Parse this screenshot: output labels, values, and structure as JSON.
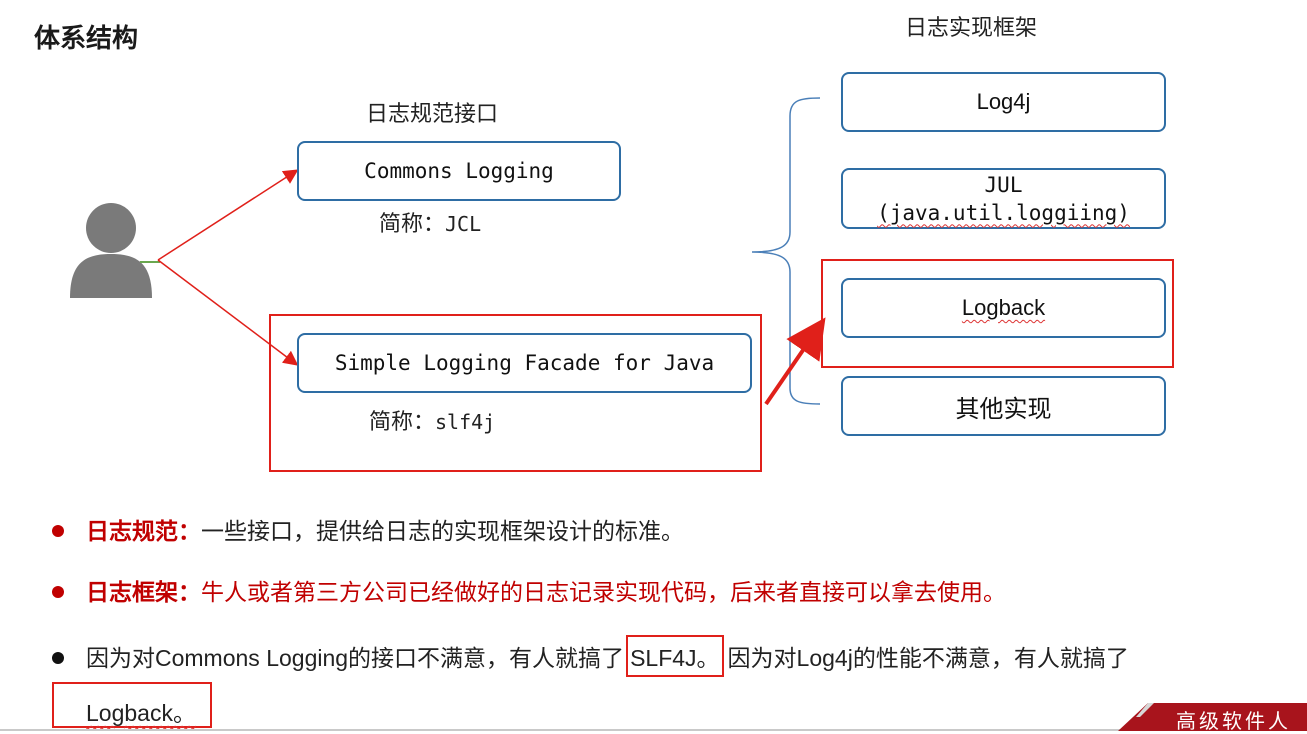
{
  "title": "体系结构",
  "facade_heading": "日志规范接口",
  "impl_heading": "日志实现框架",
  "facades": [
    {
      "label": "Commons Logging",
      "abbr_prefix": "简称：",
      "abbr": "JCL"
    },
    {
      "label": "Simple Logging Facade for Java",
      "abbr_prefix": "简称：",
      "abbr": "slf4j"
    }
  ],
  "implementations": {
    "log4j": "Log4j",
    "jul_line1": "JUL",
    "jul_line2": "(java.util.loggiing)",
    "logback": "Logback",
    "other": "其他实现"
  },
  "bullets": [
    {
      "label": "日志规范：",
      "text": "一些接口，提供给日志的实现框架设计的标准。"
    },
    {
      "label": "日志框架：",
      "text": "牛人或者第三方公司已经做好的日志记录实现代码，后来者直接可以拿去使用。"
    },
    {
      "text_a": "因为对Commons Logging的接口不满意，有人就搞了",
      "highlight_a": "SLF4J。",
      "text_b": "因为对Log4j的性能不满意，有人就搞了",
      "highlight_b": "Logback。"
    }
  ],
  "footer": "高级软件人",
  "colors": {
    "accent_red": "#e0201a",
    "box_border": "#2e6da4",
    "label_red": "#c00000",
    "footer_bg": "#a8141c"
  }
}
